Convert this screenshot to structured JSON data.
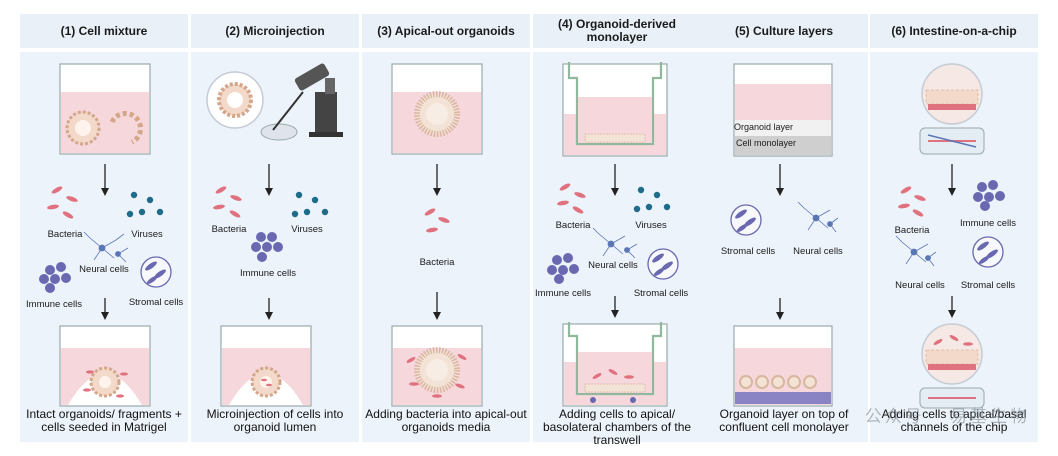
{
  "columns": [
    {
      "title": "(1) Cell mixture",
      "labels": [
        "Bacteria",
        "Viruses",
        "Neural cells",
        "Immune cells",
        "Stromal cells"
      ],
      "caption": "Intact organoids/ fragments + cells seeded in Matrigel"
    },
    {
      "title": "(2) Microinjection",
      "labels": [
        "Bacteria",
        "Viruses",
        "Immune cells"
      ],
      "caption": "Microinjection of cells into organoid lumen"
    },
    {
      "title": "(3) Apical-out organoids",
      "labels": [
        "Bacteria"
      ],
      "caption": "Adding bacteria into apical-out organoids media"
    },
    {
      "title": "(4) Organoid-derived monolayer",
      "labels": [
        "Bacteria",
        "Viruses",
        "Neural cells",
        "Immune cells",
        "Stromal cells"
      ],
      "caption": "Adding cells to apical/ basolateral chambers of the transwell"
    },
    {
      "title": "(5) Culture layers",
      "labels": [
        "Organoid layer",
        "Cell monolayer",
        "Stromal cells",
        "Neural cells"
      ],
      "caption": "Organoid layer on top of confluent cell monolayer"
    },
    {
      "title": "(6) Intestine-on-a-chip",
      "labels": [
        "Bacteria",
        "Immune cells",
        "Neural cells",
        "Stromal cells"
      ],
      "caption": "Adding cells to apical/basal channels of the chip"
    }
  ],
  "watermark": "公众号 · 易基生物",
  "colors": {
    "header_bg": "#e9f0f8",
    "panel_bg": "#edf3fa",
    "medium": "#f6d7dc",
    "bacteria": "#e0727f",
    "virus": "#1e6b8a",
    "immune": "#6a68b0"
  }
}
